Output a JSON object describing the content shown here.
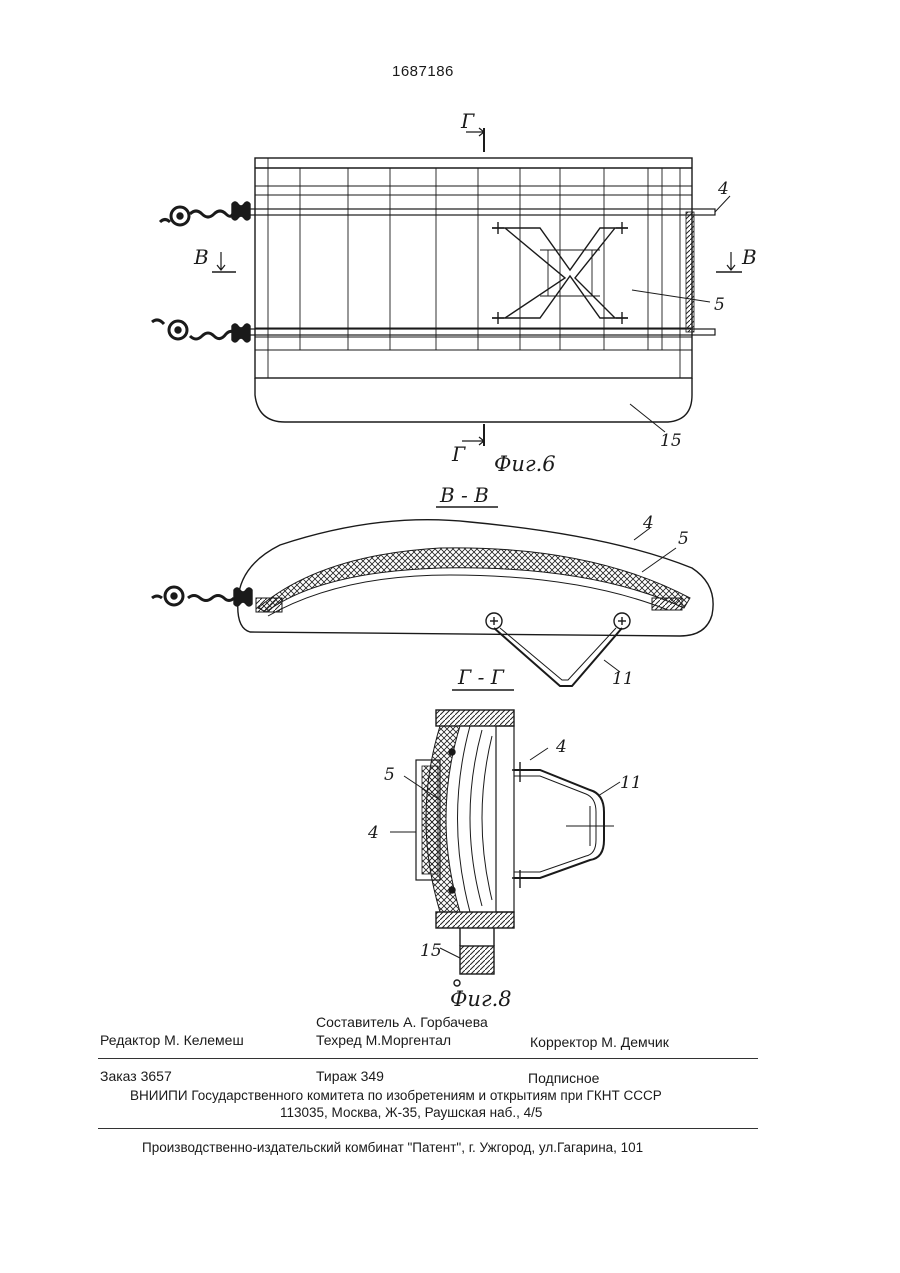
{
  "patent_number": "1687186",
  "figures": {
    "fig6": {
      "caption": "Фиг.6",
      "section_mark": "Г",
      "view_mark": "В",
      "labels": [
        "4",
        "5",
        "15"
      ]
    },
    "section_vv": {
      "title": "В - В",
      "labels": [
        "4",
        "5",
        "11"
      ]
    },
    "section_gg": {
      "title": "Г - Г",
      "labels": [
        "4",
        "4",
        "5",
        "11",
        "15"
      ]
    },
    "fig8": {
      "caption": "Фиг.8"
    }
  },
  "colophon": {
    "compiler": "Составитель  А. Горбачева",
    "editor": "Редактор  М. Келемеш",
    "tech_editor": "Техред М.Моргентал",
    "proofreader": "Корректор  М. Демчик",
    "order": "Заказ  3657",
    "circulation": "Тираж  349",
    "subscription": "Подписное",
    "institute": "ВНИИПИ Государственного комитета по изобретениям и открытиям при ГКНТ СССР",
    "address": "113035, Москва, Ж-35, Раушская наб., 4/5",
    "printer": "Производственно-издательский комбинат \"Патент\", г. Ужгород, ул.Гагарина, 101"
  }
}
